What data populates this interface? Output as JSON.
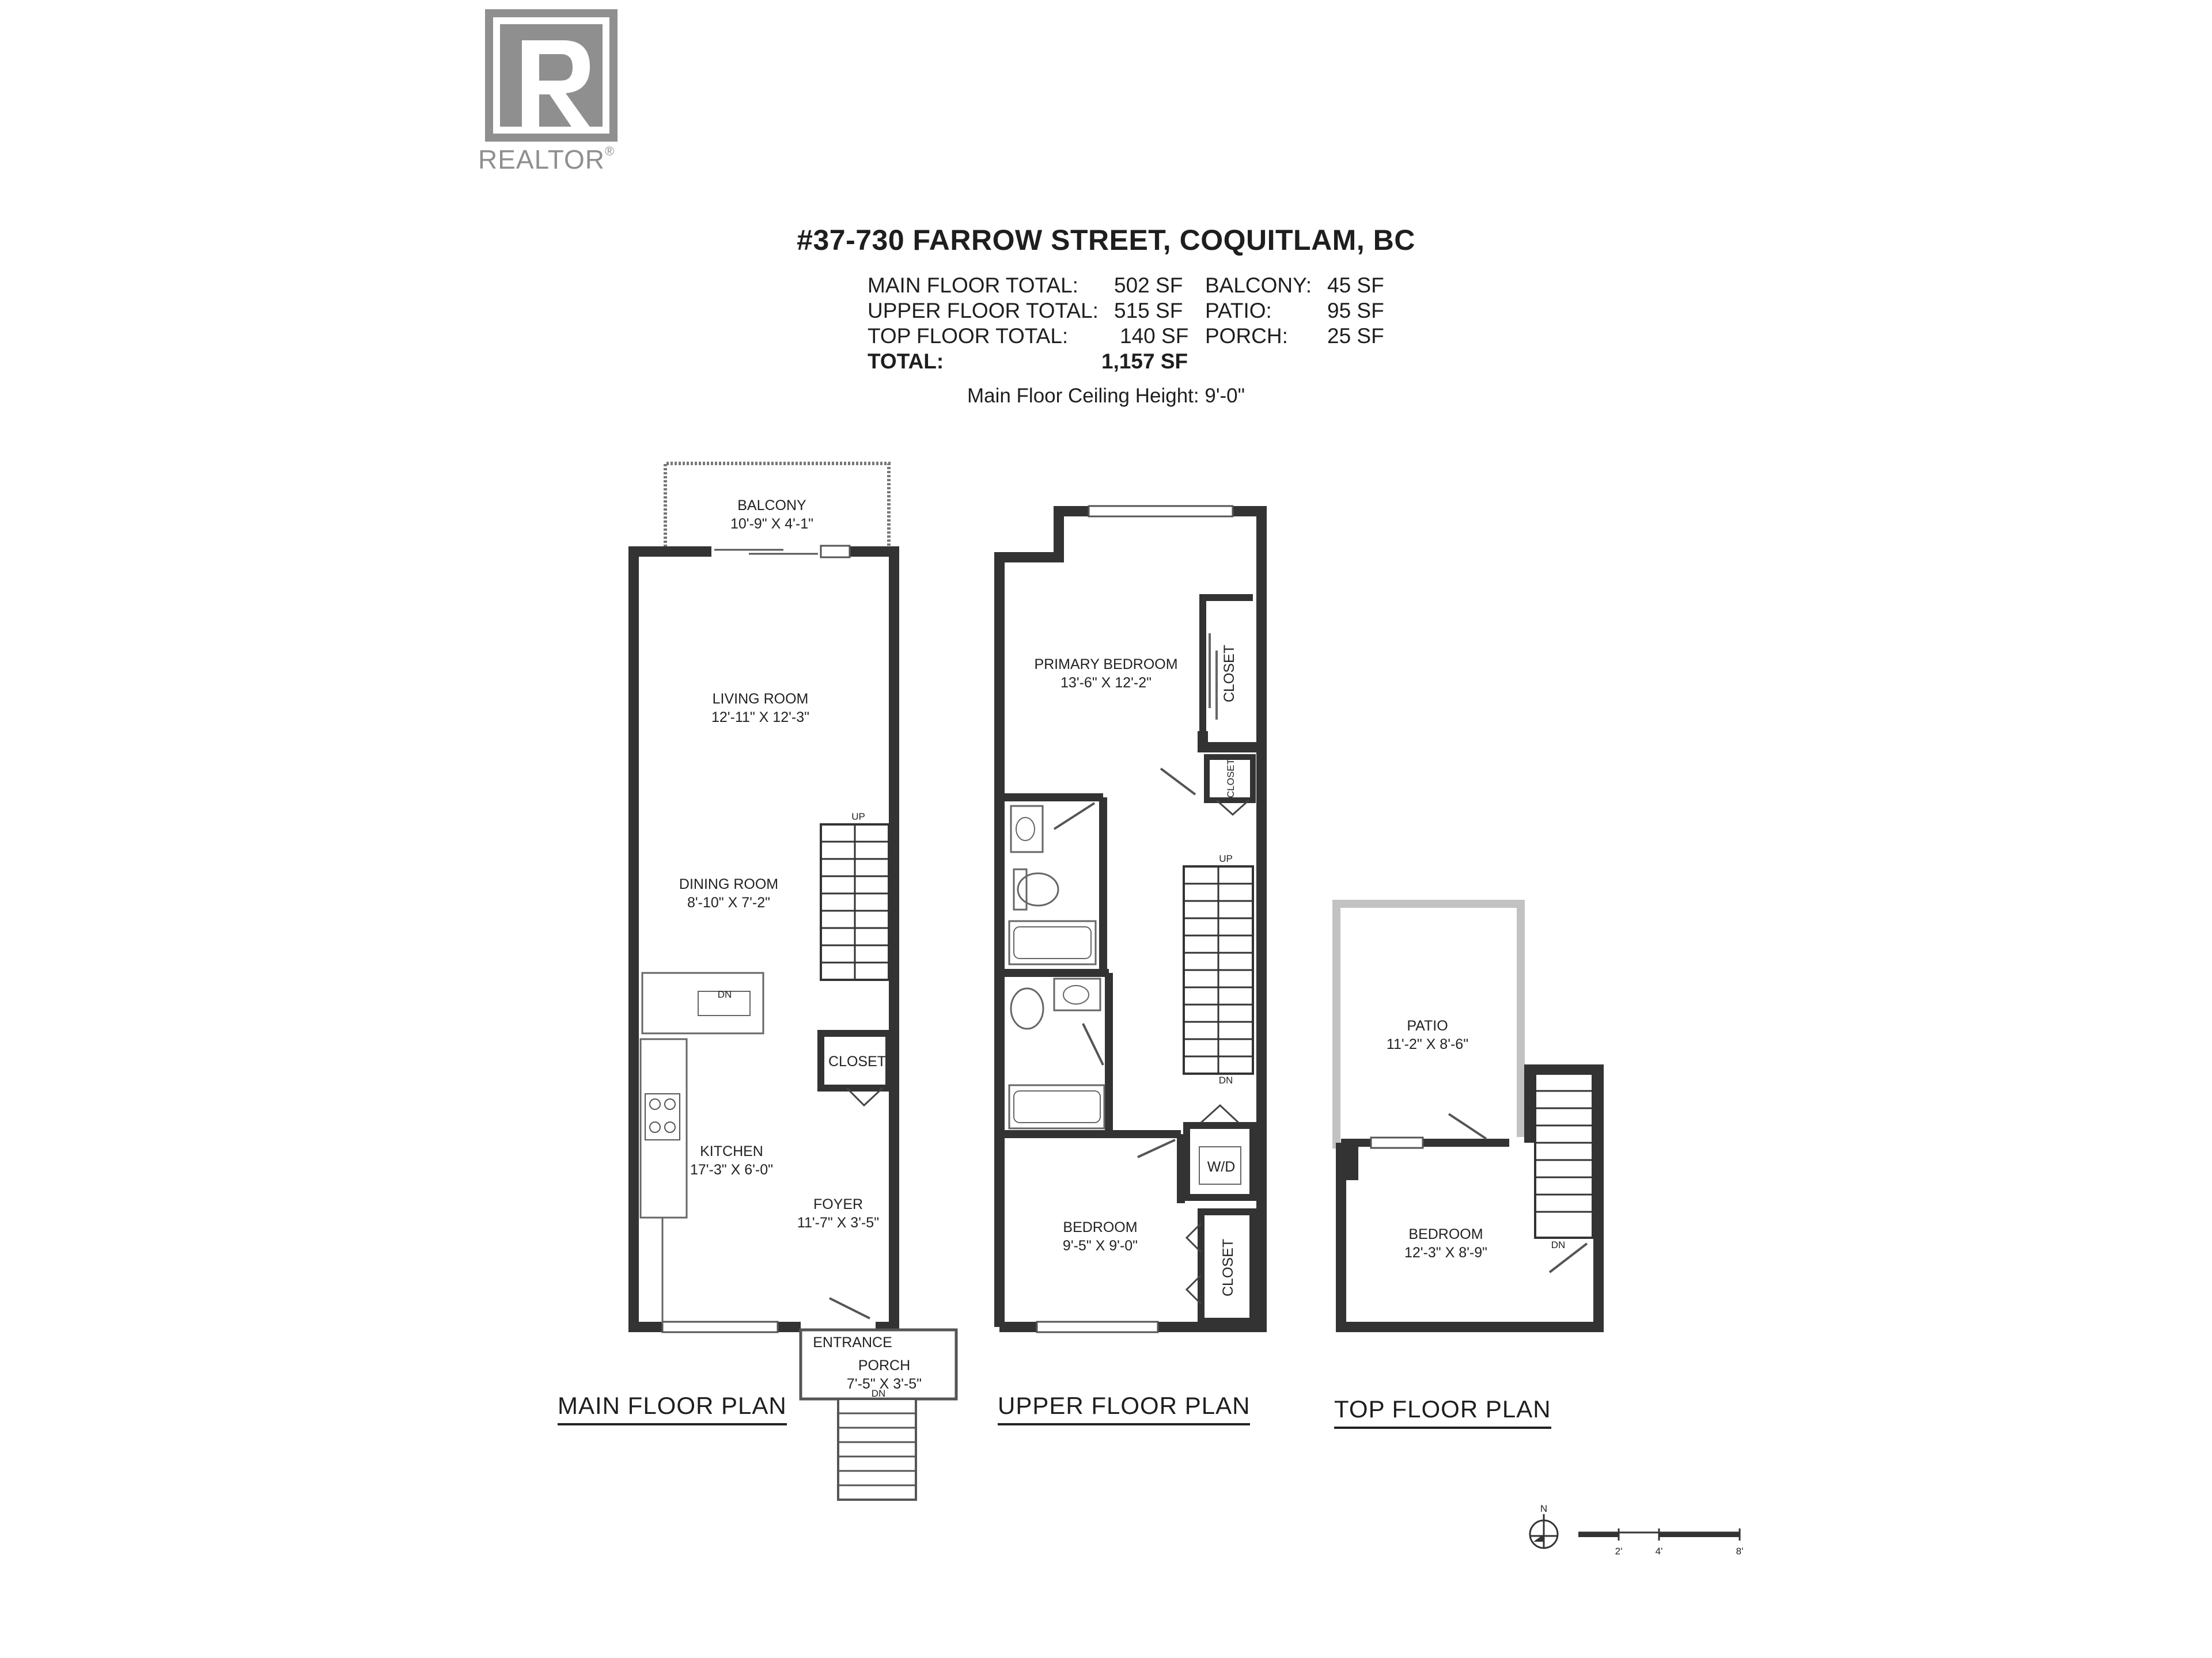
{
  "logo": {
    "wordmark": "REALTOR",
    "registered": "®"
  },
  "header": {
    "address": "#37-730 FARROW STREET, COQUITLAM, BC",
    "stats": [
      {
        "label": "MAIN FLOOR TOTAL:",
        "value": "502 SF"
      },
      {
        "label": "UPPER FLOOR TOTAL:",
        "value": "515 SF"
      },
      {
        "label": "TOP FLOOR TOTAL:",
        "value": "140 SF"
      },
      {
        "label": "TOTAL:",
        "value": "1,157 SF"
      }
    ],
    "outdoor": [
      {
        "label": "BALCONY:",
        "value": "45 SF"
      },
      {
        "label": "PATIO:",
        "value": "95 SF"
      },
      {
        "label": "PORCH:",
        "value": "25 SF"
      }
    ],
    "ceiling_note": "Main Floor Ceiling Height: 9'-0\""
  },
  "main_floor": {
    "title": "MAIN FLOOR PLAN",
    "balcony": {
      "name": "BALCONY",
      "dims": "10'-9\" X 4'-1\""
    },
    "living": {
      "name": "LIVING ROOM",
      "dims": "12'-11\" X 12'-3\""
    },
    "dining": {
      "name": "DINING ROOM",
      "dims": "8'-10\" X 7'-2\""
    },
    "kitchen": {
      "name": "KITCHEN",
      "dims": "17'-3\" X 6'-0\""
    },
    "foyer": {
      "name": "FOYER",
      "dims": "11'-7\" X 3'-5\""
    },
    "closet": "CLOSET",
    "stair_up": "UP",
    "sink": "DN",
    "entrance": "ENTRANCE",
    "porch": {
      "name": "PORCH",
      "dims": "7'-5\" X 3'-5\""
    },
    "stair_dn": "DN"
  },
  "upper_floor": {
    "title": "UPPER FLOOR PLAN",
    "primary": {
      "name": "PRIMARY BEDROOM",
      "dims": "13'-6\" X 12'-2\""
    },
    "closet1": "CLOSET",
    "closet2": "CLOSET",
    "closet3": "CLOSET",
    "stair_up": "UP",
    "stair_dn": "DN",
    "wd": "W/D",
    "bedroom": {
      "name": "BEDROOM",
      "dims": "9'-5\" X 9'-0\""
    }
  },
  "top_floor": {
    "title": "TOP FLOOR PLAN",
    "patio": {
      "name": "PATIO",
      "dims": "11'-2\" X 8'-6\""
    },
    "bedroom": {
      "name": "BEDROOM",
      "dims": "12'-3\" X 8'-9\""
    },
    "stair_dn": "DN"
  },
  "north": "N",
  "scale": {
    "ticks": [
      "2'",
      "4'",
      "8'"
    ]
  }
}
